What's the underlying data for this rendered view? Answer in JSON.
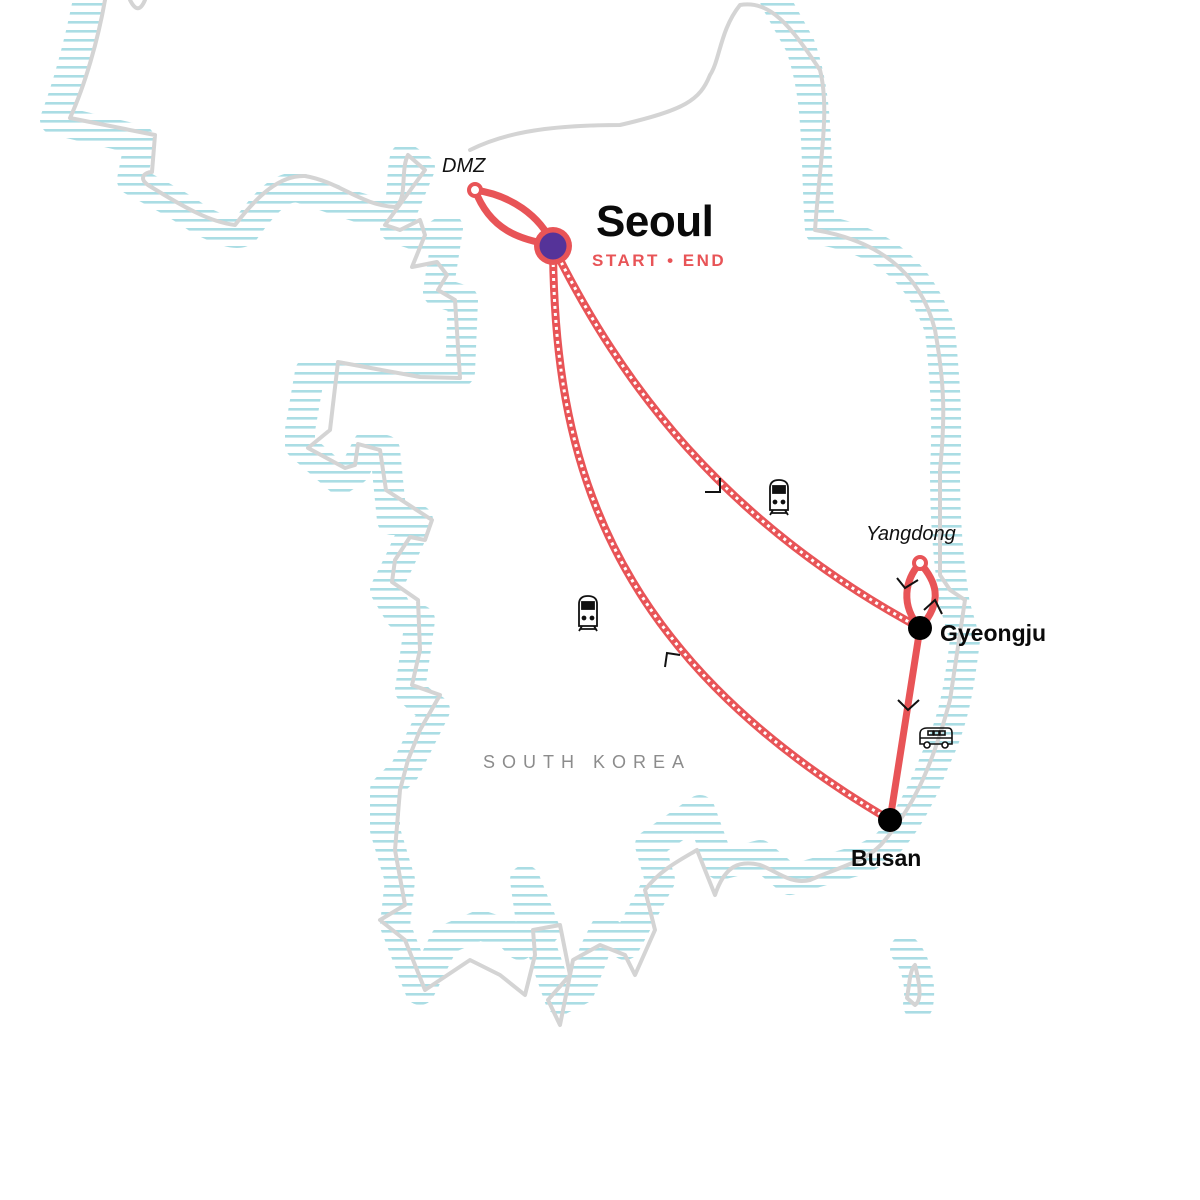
{
  "map": {
    "country_label": "SOUTH KOREA",
    "colors": {
      "route": "#e85457",
      "start_end_fill": "#553399",
      "stop_fill": "#000000",
      "coastline": "#d4d4d4",
      "water_hatch": "#a6dbe3",
      "country_label": "#8c8c8c"
    }
  },
  "locations": {
    "seoul": {
      "name": "Seoul",
      "tag": "START • END",
      "type": "start-end"
    },
    "dmz": {
      "name": "DMZ",
      "type": "side-trip"
    },
    "yangdong": {
      "name": "Yangdong",
      "type": "side-trip"
    },
    "gyeongju": {
      "name": "Gyeongju",
      "type": "stop"
    },
    "busan": {
      "name": "Busan",
      "type": "stop"
    }
  },
  "legs": [
    {
      "from": "Seoul",
      "to": "DMZ",
      "mode": "round-trip",
      "style": "solid"
    },
    {
      "from": "Seoul",
      "to": "Gyeongju",
      "mode": "train",
      "icon": "train-icon",
      "style": "rail"
    },
    {
      "from": "Gyeongju",
      "to": "Yangdong",
      "mode": "round-trip",
      "style": "solid"
    },
    {
      "from": "Gyeongju",
      "to": "Busan",
      "mode": "bus",
      "icon": "bus-icon",
      "style": "solid"
    },
    {
      "from": "Busan",
      "to": "Seoul",
      "mode": "train",
      "icon": "train-icon",
      "style": "rail"
    }
  ]
}
